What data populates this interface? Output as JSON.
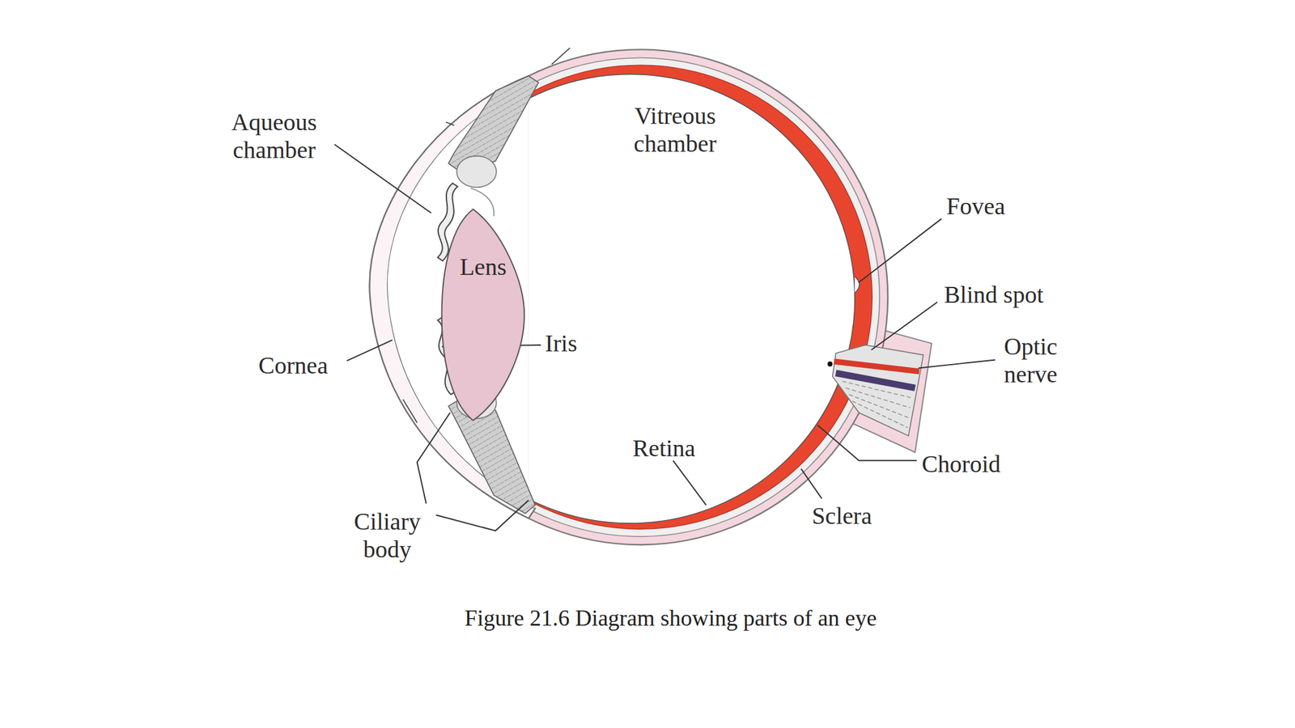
{
  "diagram": {
    "caption": "Figure 21.6 Diagram showing parts of an eye",
    "nodes": [
      {
        "text": [
          "Lens"
        ]
      }
    ],
    "labels": [
      "Aqueous chamber",
      "Vitreous chamber",
      "Fovea",
      "Blind spot",
      "Optic nerve",
      "Iris",
      "Cornea",
      "Retina",
      "Choroid",
      "Sclera",
      "Ciliary body"
    ]
  }
}
